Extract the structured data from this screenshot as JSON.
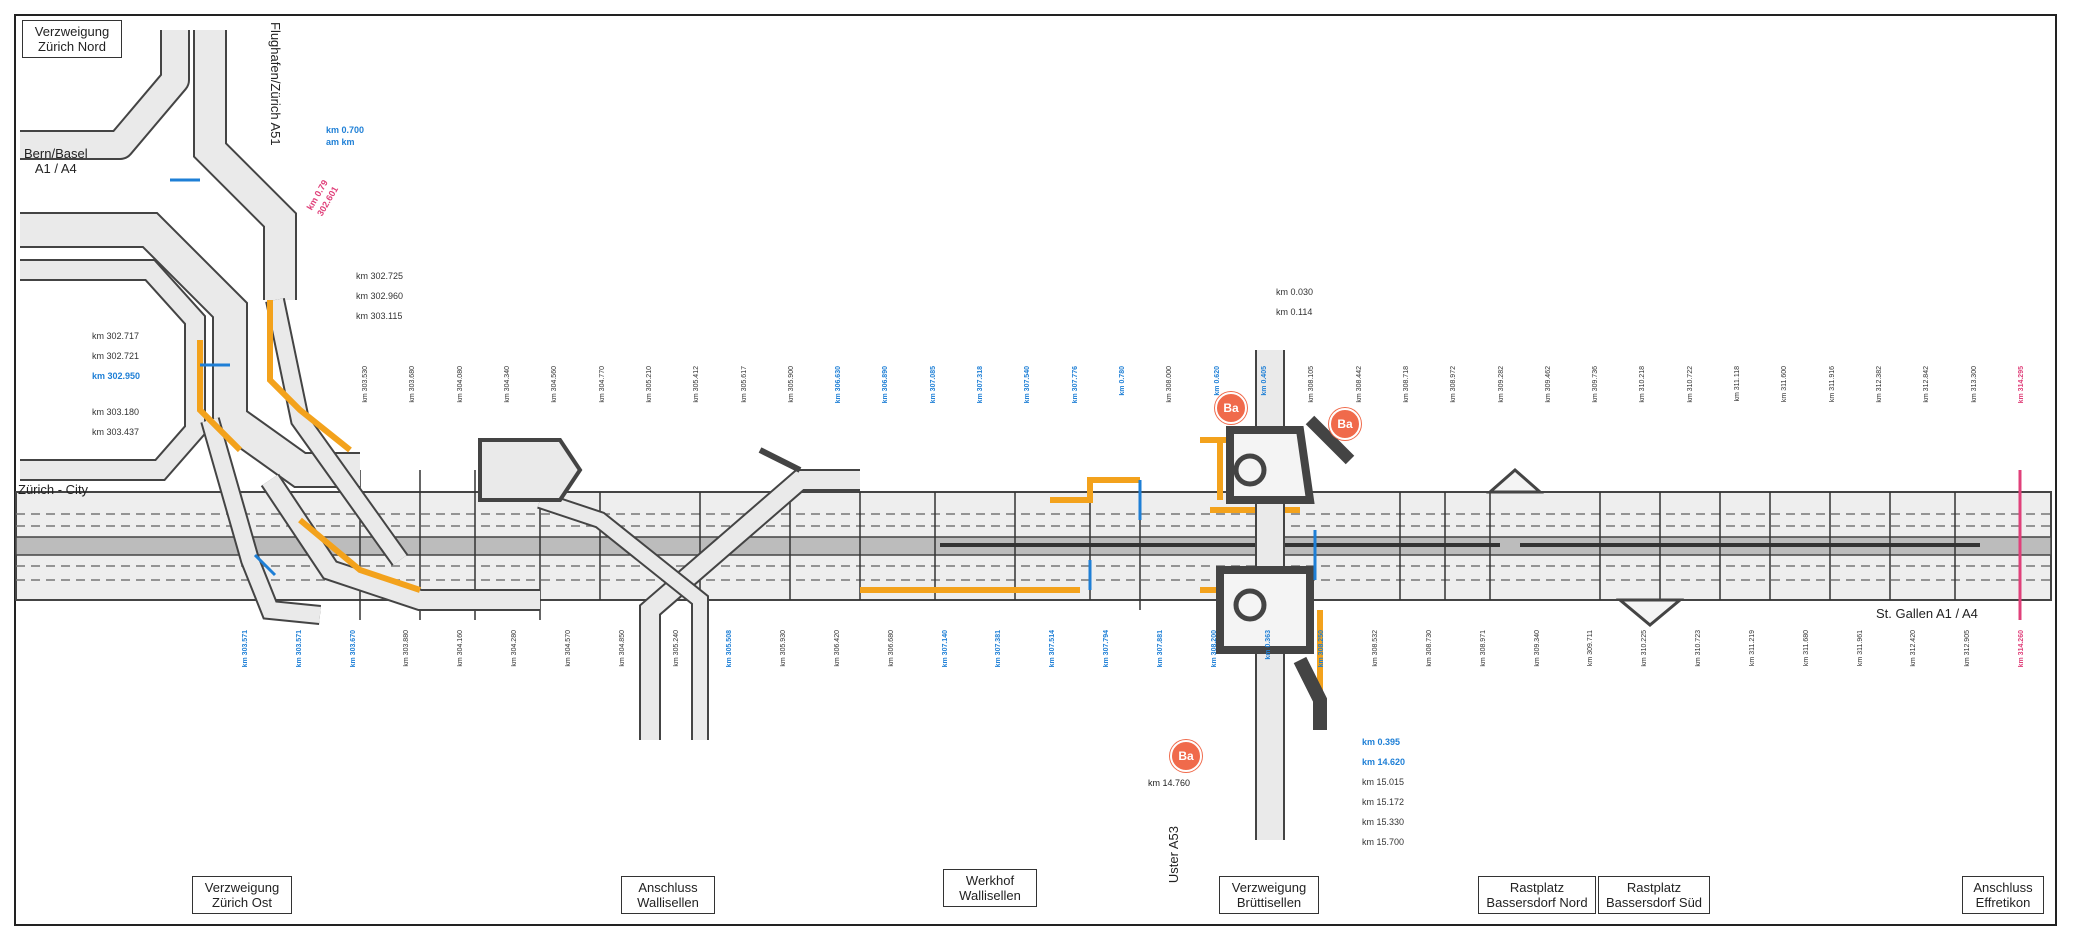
{
  "colors": {
    "road": "#5a5a5a",
    "road_fill": "#e9e9e9",
    "highlight": "#f3a21c",
    "km_blue": "#1e7fd6",
    "km_pink": "#e0407a",
    "badge": "#f06a4b"
  },
  "labels": {
    "verzweigung_zurich_nord": [
      "Verzweigung",
      "Zürich Nord"
    ],
    "bern_basel": [
      "Bern/Basel",
      "A1 / A4"
    ],
    "flughafen": "Flughafen/Zürich A51",
    "zurich_city": "Zürich - City",
    "st_gallen": "St. Gallen  A1 / A4",
    "uster": "Uster A53",
    "verzweigung_zurich_ost": [
      "Verzweigung",
      "Zürich Ost"
    ],
    "anschluss_wallisellen": [
      "Anschluss",
      "Wallisellen"
    ],
    "werkhof_wallisellen": [
      "Werkhof",
      "Wallisellen"
    ],
    "verzweigung_brüttisellen": [
      "Verzweigung",
      "Brüttisellen"
    ],
    "rastplatz_nord": [
      "Rastplatz",
      "Bassersdorf Nord"
    ],
    "rastplatz_sud": [
      "Rastplatz",
      "Bassersdorf Süd"
    ],
    "anschluss_effretikon": [
      "Anschluss",
      "Effretikon"
    ]
  },
  "km_left_upper": [
    "km 302.725",
    "km 302.960",
    "km 303.115"
  ],
  "km_left_mid": [
    "km 302.717",
    "km 302.721",
    "km 302.950",
    "km 303.180",
    "km 303.437"
  ],
  "km_a51": [
    "km 0.700",
    "am km"
  ],
  "km_a51_pink": [
    "km 0.79",
    "302.601"
  ],
  "km_brutt_top": [
    "km 0.030",
    "km 0.114"
  ],
  "km_brutt_bottom": [
    "km 0.395",
    "km 14.620",
    "km 15.015",
    "km 15.172",
    "km 15.330",
    "km 15.700"
  ],
  "km_ba_bottom": "km 14.760",
  "badge_text": "Ba",
  "top_km": [
    "km 303.530",
    "km 303.680",
    "km 304.080",
    "km 304.340",
    "km 304.560",
    "km 304.770",
    "km 305.210",
    "km 305.412",
    "km 305.617",
    "km 305.900",
    "km 306.630",
    "km 306.890",
    "km 307.085",
    "km 307.318",
    "km 307.540",
    "km 307.776",
    "km 0.780",
    "km 308.000",
    "km 0.620",
    "km 0.405",
    "km 308.105",
    "km 308.442",
    "km 308.718",
    "km 308.972",
    "km 309.282",
    "km 309.462",
    "km 309.736",
    "km 310.218",
    "km 310.722",
    "km 311.118",
    "km 311.600",
    "km 311.916",
    "km 312.382",
    "km 312.842",
    "km 313.300",
    "km 314.295"
  ],
  "bottom_km": [
    "km 303.571",
    "km 303.571",
    "km 303.670",
    "km 303.880",
    "km 304.160",
    "km 304.280",
    "km 304.570",
    "km 304.850",
    "km 305.240",
    "km 305.508",
    "km 305.930",
    "km 306.420",
    "km 306.680",
    "km 307.140",
    "km 307.381",
    "km 307.514",
    "km 307.794",
    "km 307.881",
    "km 308.200",
    "km 0.363",
    "km 308.250",
    "km 308.532",
    "km 308.730",
    "km 308.971",
    "km 309.340",
    "km 309.711",
    "km 310.225",
    "km 310.723",
    "km 311.219",
    "km 311.680",
    "km 311.961",
    "km 312.420",
    "km 312.905",
    "km 314.260"
  ]
}
